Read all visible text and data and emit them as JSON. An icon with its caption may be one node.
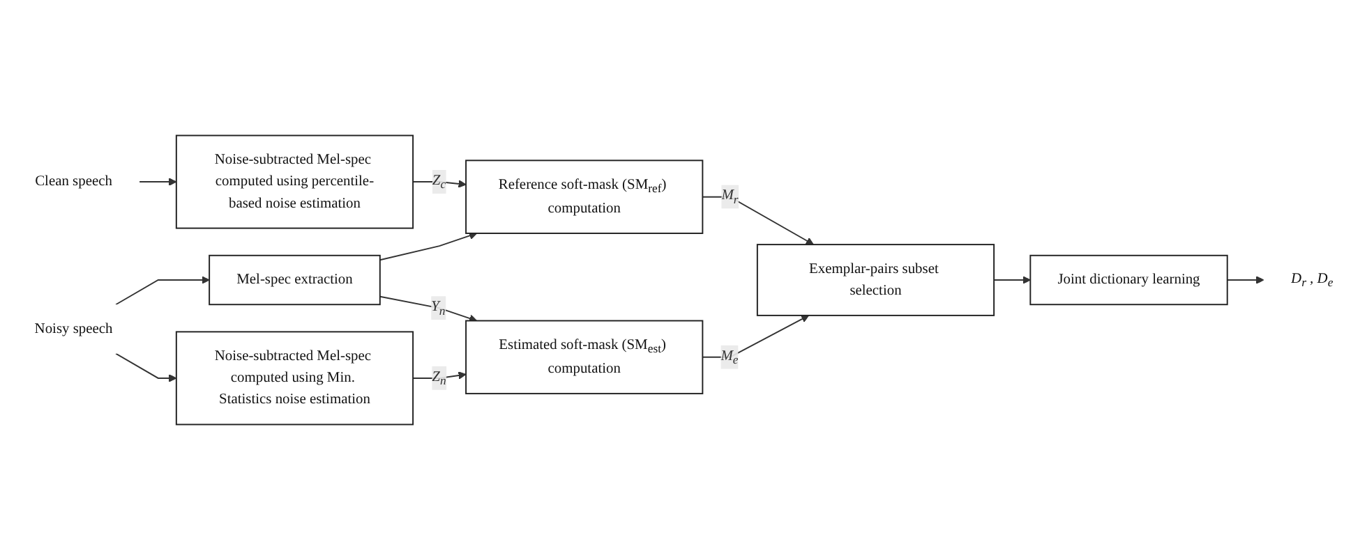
{
  "diagram": {
    "nodes": [
      {
        "text": [
          "Clean speech"
        ]
      },
      {
        "text": [
          "Noisy speech"
        ]
      },
      {
        "text": [
          "Noise-subtracted Mel-spec computed using percentile-based noise estimation"
        ]
      },
      {
        "text": [
          "Mel-spec extraction"
        ]
      },
      {
        "text": [
          "Noise-subtracted Mel-spec computed using Min. Statistics noise estimation"
        ]
      },
      {
        "text": [
          "Reference soft-mask (SM$_{ref}$) computation"
        ]
      },
      {
        "text": [
          "Estimated soft-mask (SM$_{est}$) computation"
        ]
      },
      {
        "text": [
          "Exemplar-pairs subset selection"
        ]
      },
      {
        "text": [
          "Joint dictionary learning"
        ]
      },
      {
        "text": [
          "D$_{r}$ , D$_{e}$"
        ]
      }
    ],
    "edges": [
      {
        "from": 0,
        "to": 2,
        "arrow": "to"
      },
      {
        "from": 1,
        "to": 3,
        "arrow": "to"
      },
      {
        "from": 1,
        "to": 4,
        "arrow": "to"
      },
      {
        "from": 2,
        "to": 5,
        "label": "Z$_{c}$",
        "arrow": "to"
      },
      {
        "from": 3,
        "to": 5,
        "arrow": "to"
      },
      {
        "from": 3,
        "to": 6,
        "label": "Y$_{n}$",
        "arrow": "to"
      },
      {
        "from": 4,
        "to": 6,
        "label": "Z$_{n}$",
        "arrow": "to"
      },
      {
        "from": 5,
        "to": 7,
        "label": "M$_{r}$",
        "arrow": "to"
      },
      {
        "from": 6,
        "to": 7,
        "label": "M$_{e}$",
        "arrow": "to"
      },
      {
        "from": 7,
        "to": 8,
        "arrow": "to"
      },
      {
        "from": 8,
        "to": 9,
        "arrow": "to"
      }
    ]
  }
}
